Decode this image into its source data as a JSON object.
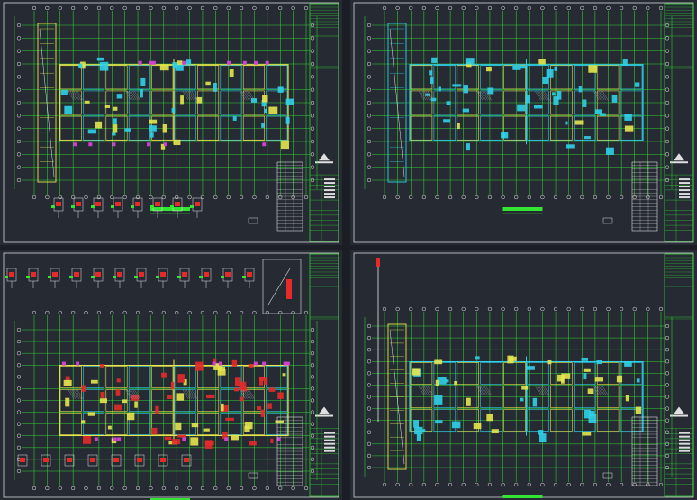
{
  "app": {
    "background": "#1b1e25",
    "sheet_bg": "#252a33"
  },
  "colors": {
    "axis": "#33e633",
    "column": "#30d0e8",
    "wall": "#e6e64d",
    "rebar": "#e62a2a",
    "tag": "#d040d0",
    "frame": "#d8d8d8",
    "title_block": "#33e633"
  },
  "sheets": [
    {
      "id": "sheet-top-left",
      "variant": "plan-a"
    },
    {
      "id": "sheet-top-right",
      "variant": "plan-b"
    },
    {
      "id": "sheet-bottom-left",
      "variant": "plan-c"
    },
    {
      "id": "sheet-bottom-right",
      "variant": "plan-d"
    }
  ]
}
